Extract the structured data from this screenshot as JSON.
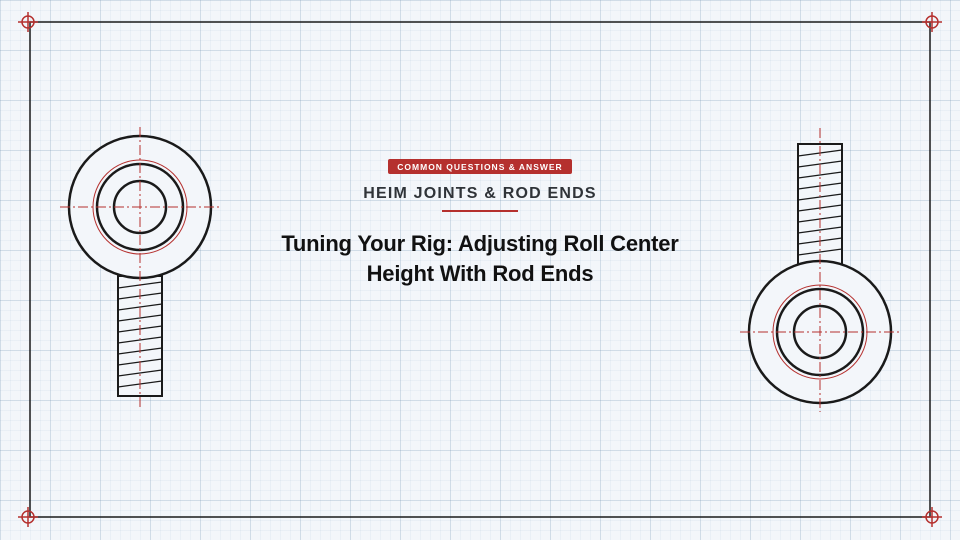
{
  "colors": {
    "accent": "#b5302e",
    "ink": "#1a1a1a",
    "grid": "#c9d6e3",
    "background": "#f3f6fa"
  },
  "header": {
    "badge": "COMMON QUESTIONS & ANSWER",
    "category": "HEIM JOINTS & ROD ENDS"
  },
  "main": {
    "title_line1": "Tuning Your Rig: Adjusting Roll Center",
    "title_line2": "Height With Rod Ends"
  },
  "illustrations": {
    "left": "rod-end-drawing",
    "right": "rod-end-drawing"
  }
}
